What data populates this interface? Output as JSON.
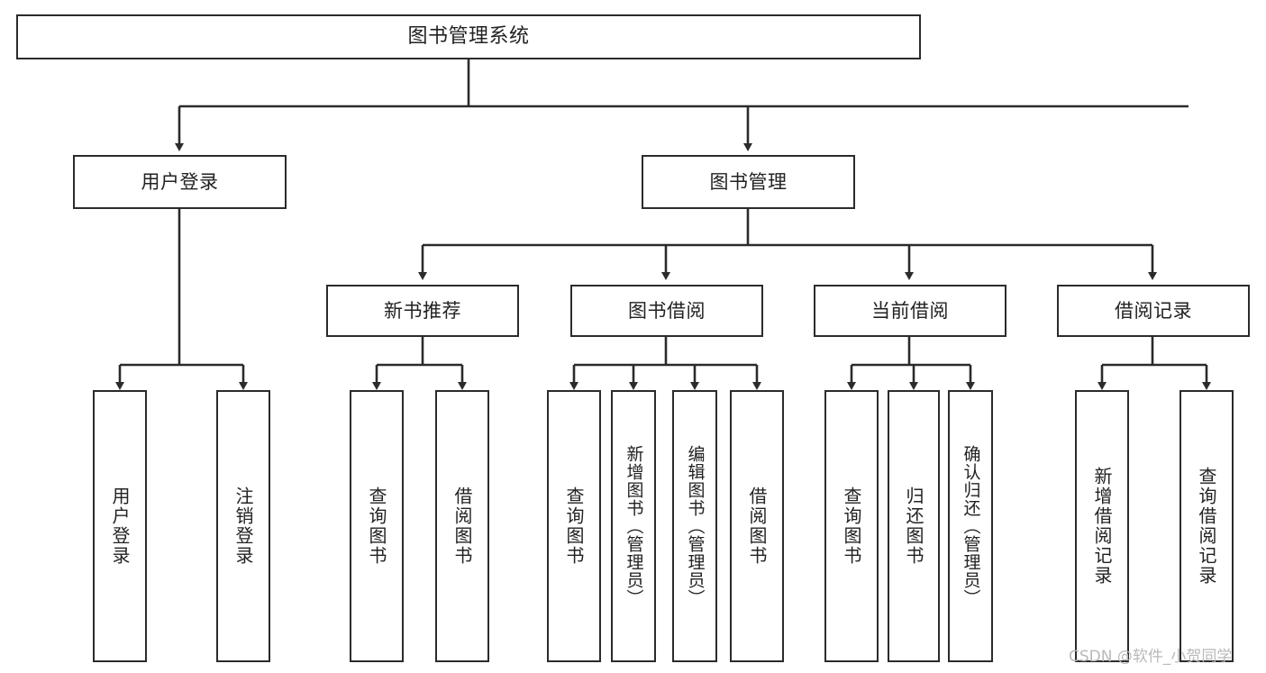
{
  "diagram": {
    "title": "图书管理系统",
    "type": "tree",
    "orientation": "top-down",
    "colors": {
      "background": "#ffffff",
      "box_border": "#2b2b2b",
      "box_fill": "#ffffff",
      "text": "#222222",
      "connector": "#2b2b2b",
      "watermark": "#b9b9b9"
    },
    "watermark": "CSDN @软件_小贺同学"
  },
  "nodes": {
    "root": {
      "label": "图书管理系统"
    },
    "level1": [
      {
        "id": "user-login",
        "label": "用户登录"
      },
      {
        "id": "book-manage",
        "label": "图书管理"
      }
    ],
    "level2": [
      {
        "id": "new-book-recommend",
        "label": "新书推荐"
      },
      {
        "id": "book-borrow",
        "label": "图书借阅"
      },
      {
        "id": "current-borrow",
        "label": "当前借阅"
      },
      {
        "id": "borrow-record",
        "label": "借阅记录"
      }
    ],
    "leaves": {
      "user_login": [
        {
          "id": "leaf-user-login",
          "label": "用户登录"
        },
        {
          "id": "leaf-logout-login",
          "label": "注销登录"
        }
      ],
      "new_book_recommend": [
        {
          "id": "leaf-query-book-1",
          "label": "查询图书"
        },
        {
          "id": "leaf-borrow-book-1",
          "label": "借阅图书"
        }
      ],
      "book_borrow": [
        {
          "id": "leaf-query-book-2",
          "label": "查询图书"
        },
        {
          "id": "leaf-add-book",
          "label": "新增图书（管理员）"
        },
        {
          "id": "leaf-edit-book",
          "label": "编辑图书（管理员）"
        },
        {
          "id": "leaf-borrow-book-2",
          "label": "借阅图书"
        }
      ],
      "current_borrow": [
        {
          "id": "leaf-query-book-3",
          "label": "查询图书"
        },
        {
          "id": "leaf-return-book",
          "label": "归还图书"
        },
        {
          "id": "leaf-confirm-return",
          "label": "确认归还（管理员）"
        }
      ],
      "borrow_record": [
        {
          "id": "leaf-add-record",
          "label": "新增借阅记录"
        },
        {
          "id": "leaf-query-record",
          "label": "查询借阅记录"
        }
      ]
    }
  }
}
